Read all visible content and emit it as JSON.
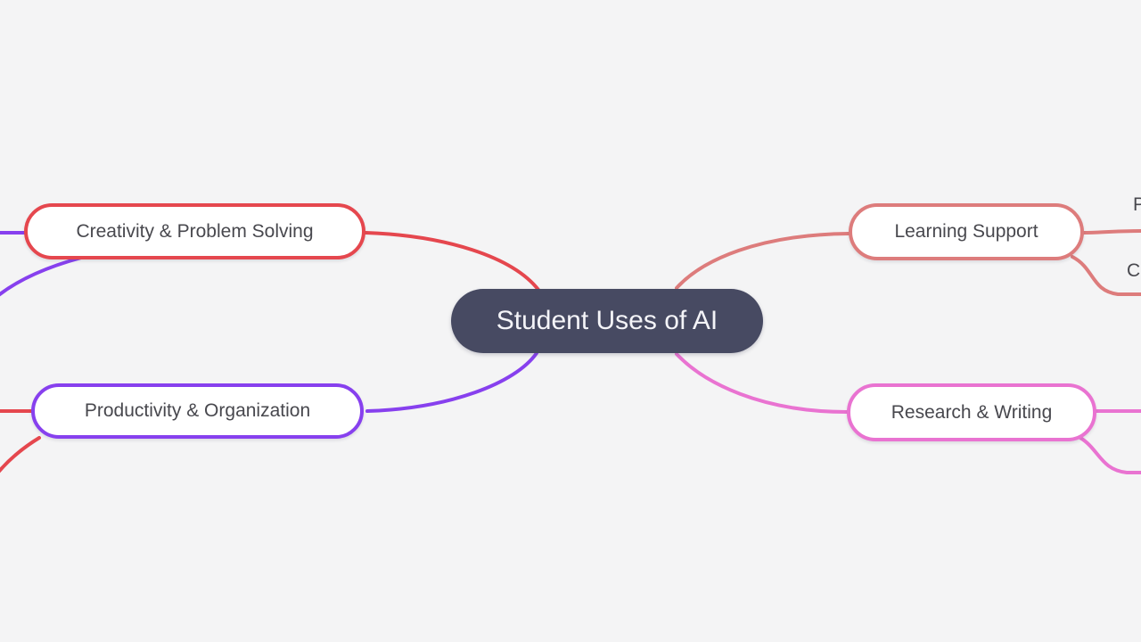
{
  "canvas": {
    "background": "#f4f4f5"
  },
  "root": {
    "label": "Student Uses of AI",
    "fill": "#474a62",
    "text_color": "#f4f4f8"
  },
  "branches": [
    {
      "id": "creativity",
      "label": "Creativity & Problem Solving",
      "side": "left",
      "color": "#e5474e",
      "child_edge_color": "#8740ee"
    },
    {
      "id": "productivity",
      "label": "Productivity & Organization",
      "side": "left",
      "color": "#8740ee",
      "child_edge_color": "#e5474e"
    },
    {
      "id": "learning",
      "label": "Learning Support",
      "side": "right",
      "color": "#dd7c7c",
      "child_edge_color": "#dd7c7c",
      "children": [
        {
          "visible_label": "P"
        },
        {
          "visible_label": "C"
        }
      ]
    },
    {
      "id": "research",
      "label": "Research & Writing",
      "side": "right",
      "color": "#e973d1",
      "child_edge_color": "#e973d1",
      "children": []
    }
  ],
  "node_style": {
    "fill": "#ffffff",
    "text_color": "#48484e"
  }
}
